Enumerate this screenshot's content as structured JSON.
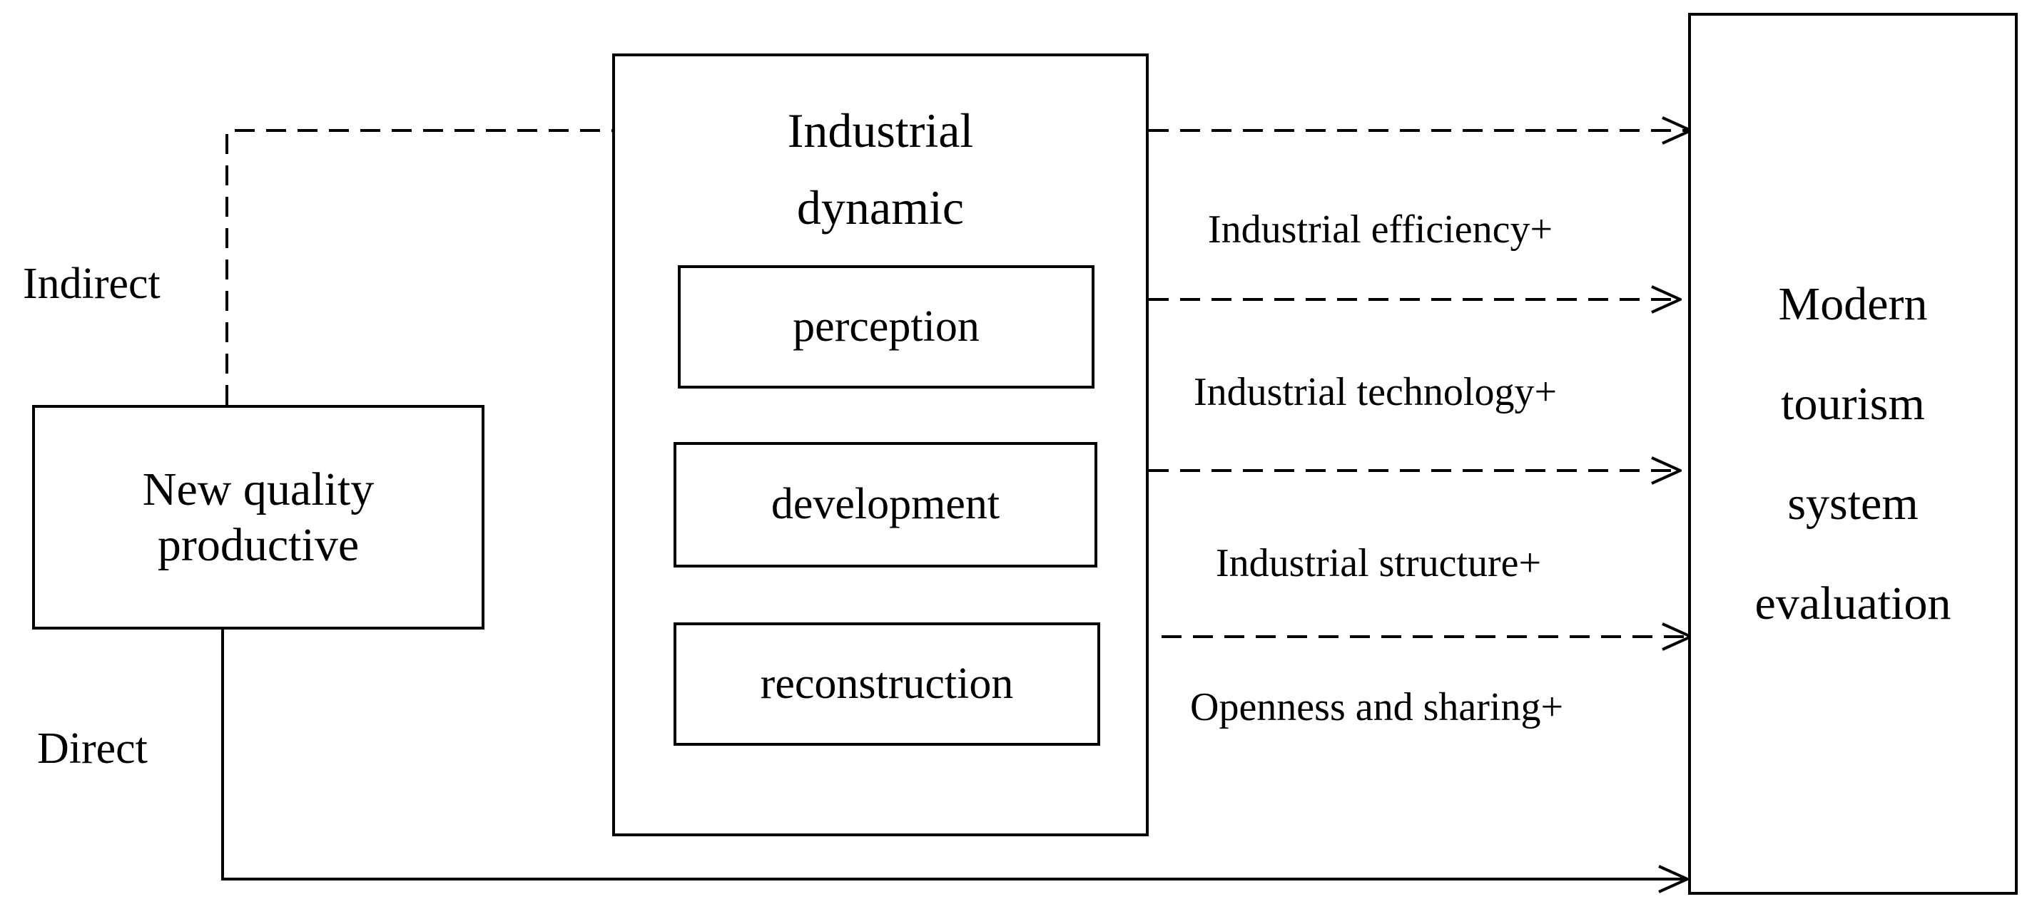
{
  "source_box": {
    "lines": [
      "New quality",
      "productive"
    ]
  },
  "mediator_box": {
    "title_lines": [
      "Industrial",
      "dynamic"
    ],
    "sub_boxes": [
      "perception",
      "development",
      "reconstruction"
    ]
  },
  "target_box": {
    "lines": [
      "Modern",
      "tourism",
      "system",
      "evaluation"
    ]
  },
  "paths": {
    "indirect_label": "Indirect",
    "direct_label": "Direct"
  },
  "effect_labels": [
    "Industrial efficiency+",
    "Industrial technology+",
    "Industrial structure+",
    "Openness and sharing+"
  ],
  "colors": {
    "line": "#000000",
    "background": "#ffffff"
  }
}
